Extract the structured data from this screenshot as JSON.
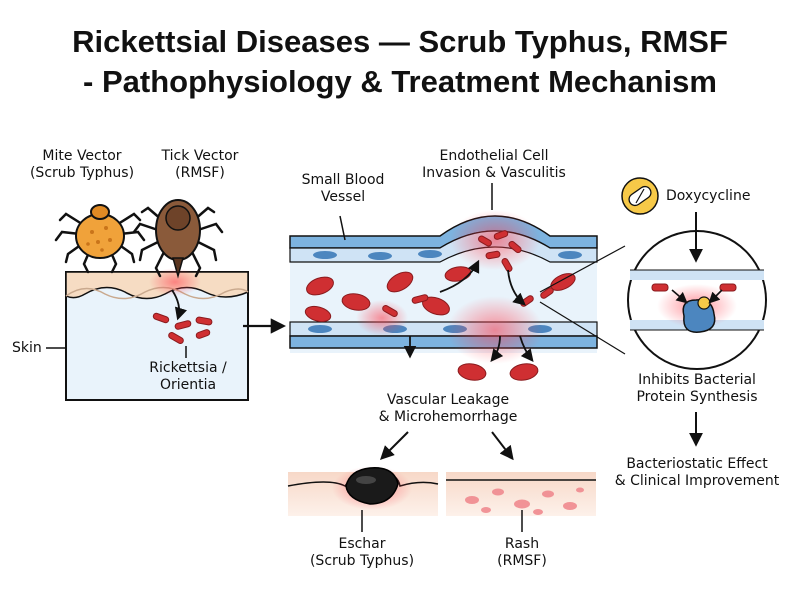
{
  "title": {
    "line1": "Rickettsial Diseases — Scrub Typhus, RMSF",
    "line2": "- Pathophysiology & Treatment Mechanism"
  },
  "labels": {
    "mite_vector": [
      "Mite Vector",
      "(Scrub Typhus)"
    ],
    "tick_vector": [
      "Tick Vector",
      "(RMSF)"
    ],
    "skin": "Skin",
    "rickettsia": [
      "Rickettsia /",
      "Orientia"
    ],
    "small_vessel": [
      "Small Blood",
      "Vessel"
    ],
    "endothelial": [
      "Endothelial Cell",
      "Invasion & Vasculitis"
    ],
    "doxycycline": "Doxycycline",
    "inhibits": [
      "Inhibits Bacterial",
      "Protein Synthesis"
    ],
    "bacteriostatic": [
      "Bacteriostatic Effect",
      "& Clinical Improvement"
    ],
    "leakage": [
      "Vascular Leakage",
      "& Microhemorrhage"
    ],
    "eschar": [
      "Eschar",
      "(Scrub Typhus)"
    ],
    "rash": [
      "Rash",
      "(RMSF)"
    ]
  },
  "icons": [
    "mite-icon",
    "tick-icon",
    "capsule-icon",
    "ribosome-icon",
    "red-blood-cell-icon",
    "bacteria-icon"
  ],
  "colors": {
    "vessel_blue": "#7db3df",
    "endothelium": "#cfe3f5",
    "blood_cell": "#cf2f32",
    "inflammation": "#ff6f77",
    "skin": "#f5dcc4",
    "mite": "#f0a23a",
    "tick": "#8a5a3a",
    "capsule": "#f7c948"
  }
}
